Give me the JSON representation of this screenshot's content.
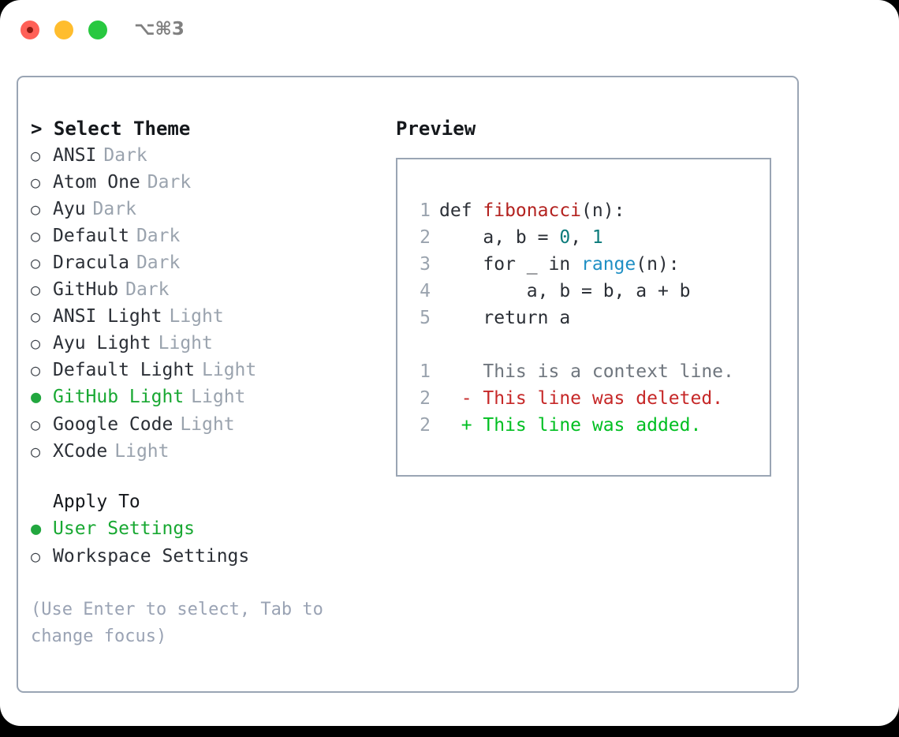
{
  "titlebar": {
    "shortcut": "⌥⌘3",
    "buttons": [
      "close",
      "minimize",
      "maximize"
    ]
  },
  "theme_section": {
    "header": "> Select Theme",
    "options": [
      {
        "marker": "○",
        "name": "ANSI",
        "variant": "Dark",
        "selected": false
      },
      {
        "marker": "○",
        "name": "Atom One",
        "variant": "Dark",
        "selected": false
      },
      {
        "marker": "○",
        "name": "Ayu",
        "variant": "Dark",
        "selected": false
      },
      {
        "marker": "○",
        "name": "Default",
        "variant": "Dark",
        "selected": false
      },
      {
        "marker": "○",
        "name": "Dracula",
        "variant": "Dark",
        "selected": false
      },
      {
        "marker": "○",
        "name": "GitHub",
        "variant": "Dark",
        "selected": false
      },
      {
        "marker": "○",
        "name": "ANSI Light",
        "variant": "Light",
        "selected": false
      },
      {
        "marker": "○",
        "name": "Ayu Light",
        "variant": "Light",
        "selected": false
      },
      {
        "marker": "○",
        "name": "Default Light",
        "variant": "Light",
        "selected": false
      },
      {
        "marker": "●",
        "name": "GitHub Light",
        "variant": "Light",
        "selected": true
      },
      {
        "marker": "○",
        "name": "Google Code",
        "variant": "Light",
        "selected": false
      },
      {
        "marker": "○",
        "name": "XCode",
        "variant": "Light",
        "selected": false
      }
    ]
  },
  "apply_section": {
    "header": "Apply To",
    "options": [
      {
        "marker": "●",
        "name": "User Settings",
        "selected": true
      },
      {
        "marker": "○",
        "name": "Workspace Settings",
        "selected": false
      }
    ]
  },
  "hint": "(Use Enter to select, Tab to change focus)",
  "preview": {
    "title": "Preview",
    "code_lines": [
      {
        "num": "1",
        "indent": "",
        "parts": [
          {
            "t": "def ",
            "c": "code-text"
          },
          {
            "t": "fibonacci",
            "c": "tok-fn"
          },
          {
            "t": "(n):",
            "c": "code-text"
          }
        ]
      },
      {
        "num": "2",
        "indent": "    ",
        "parts": [
          {
            "t": "a, b = ",
            "c": "code-text"
          },
          {
            "t": "0",
            "c": "tok-num"
          },
          {
            "t": ", ",
            "c": "code-text"
          },
          {
            "t": "1",
            "c": "tok-num"
          }
        ]
      },
      {
        "num": "3",
        "indent": "    ",
        "parts": [
          {
            "t": "for _ in ",
            "c": "code-text"
          },
          {
            "t": "range",
            "c": "tok-call"
          },
          {
            "t": "(n):",
            "c": "code-text"
          }
        ]
      },
      {
        "num": "4",
        "indent": "        ",
        "parts": [
          {
            "t": "a, b = b, a + b",
            "c": "code-text"
          }
        ]
      },
      {
        "num": "5",
        "indent": "    ",
        "parts": [
          {
            "t": "return a",
            "c": "code-text"
          }
        ]
      }
    ],
    "diff_lines": [
      {
        "num": "1",
        "sign": "  ",
        "text": "This is a context line.",
        "kind": "diff-ctx"
      },
      {
        "num": "2",
        "sign": "- ",
        "text": "This line was deleted.",
        "kind": "diff-del"
      },
      {
        "num": "2",
        "sign": "+ ",
        "text": "This line was added.",
        "kind": "diff-add"
      }
    ]
  },
  "colors": {
    "accent_green": "#18a832",
    "border": "#9aa5b4",
    "muted": "#9aa3ae",
    "diff_add": "#00bf21",
    "diff_del": "#c62828",
    "syntax_fn": "#b3221f",
    "syntax_num": "#0b7b7b",
    "syntax_call": "#1f8fc4"
  }
}
